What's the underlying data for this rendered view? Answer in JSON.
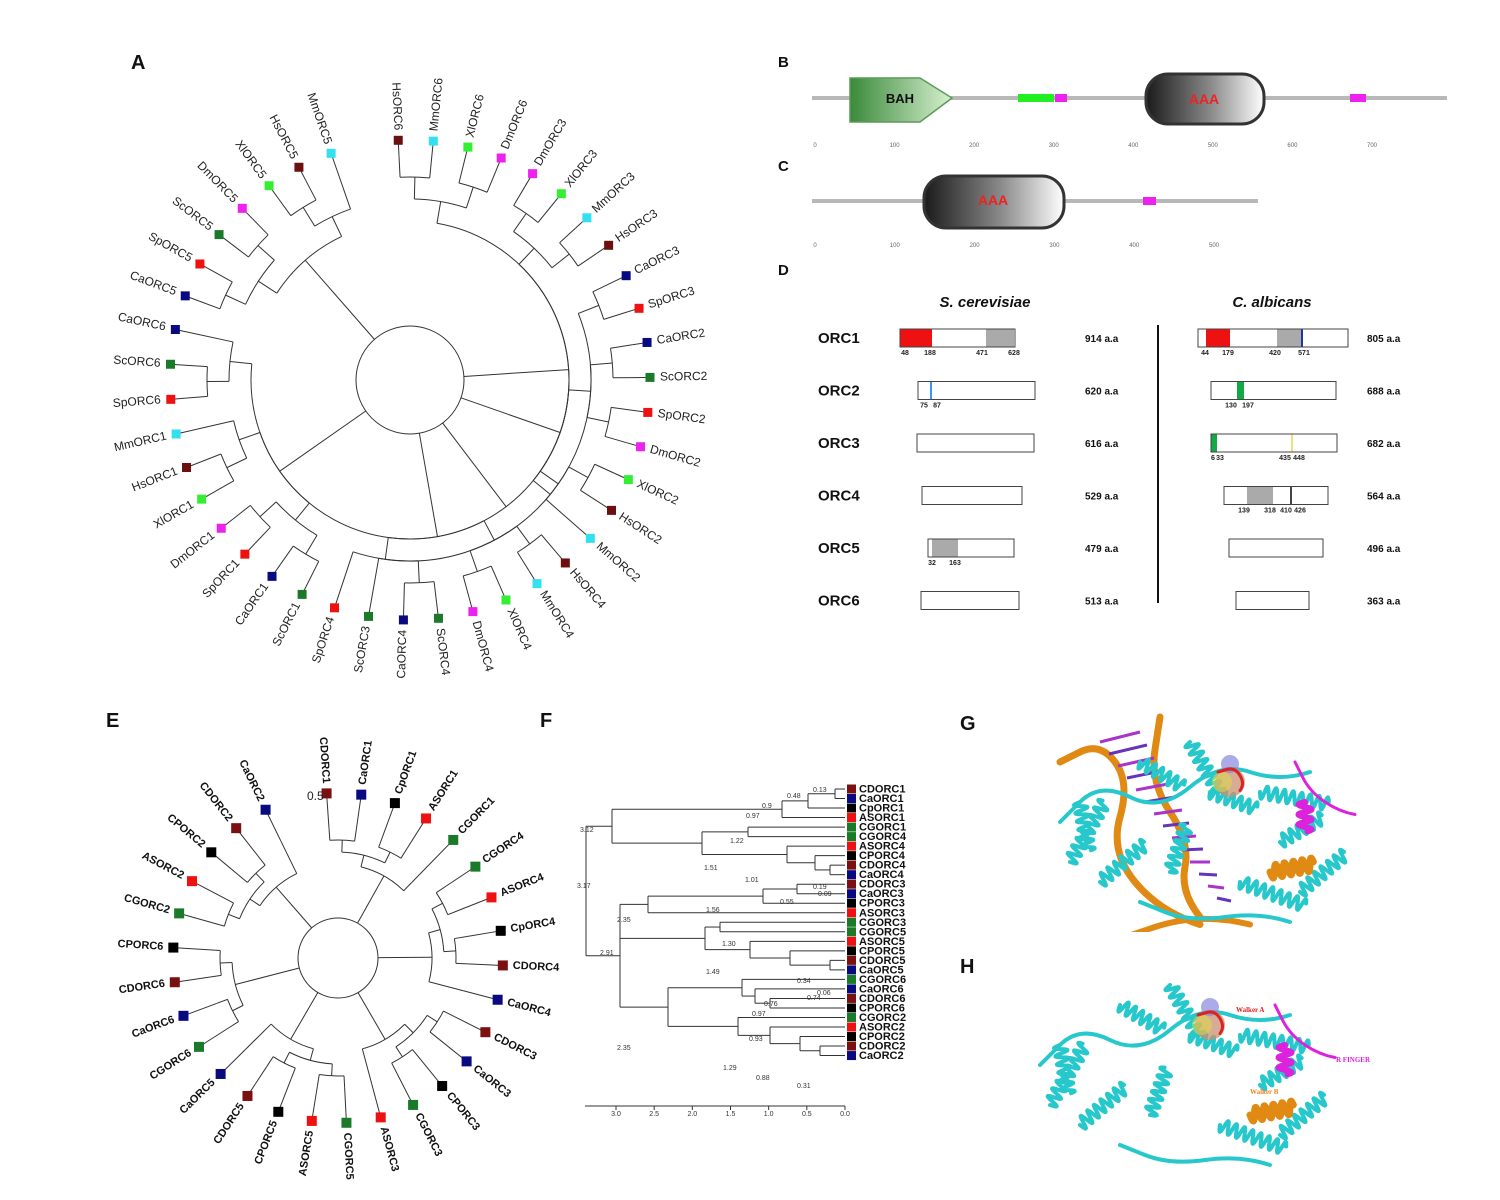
{
  "panel_labels": {
    "a": "A",
    "b": "B",
    "c": "C",
    "d": "D",
    "e": "E",
    "f": "F",
    "g": "G",
    "h": "H"
  },
  "colors": {
    "Hs": "#6b0f0f",
    "Mm": "#33e0f0",
    "Xl": "#33ee33",
    "Dm": "#ee22ee",
    "Sc": "#1a7a2a",
    "Sp": "#ee1111",
    "Ca": "#0a0a80",
    "Cp": "#000000",
    "Cd": "#7a1010",
    "As": "#ee1111",
    "Cg": "#1a7a2a"
  },
  "tree_a_leaves": [
    "HsORC6",
    "MmORC6",
    "XlORC6",
    "DmORC6",
    "DmORC3",
    "XlORC3",
    "MmORC3",
    "HsORC3",
    "CaORC3",
    "SpORC3",
    "CaORC2",
    "ScORC2",
    "SpORC2",
    "DmORC2",
    "XlORC2",
    "HsORC2",
    "MmORC2",
    "HsORC4",
    "MmORC4",
    "XlORC4",
    "DmORC4",
    "ScORC4",
    "CaORC4",
    "ScORC3",
    "SpORC4",
    "ScORC1",
    "CaORC1",
    "SpORC1",
    "DmORC1",
    "XlORC1",
    "HsORC1",
    "MmORC1",
    "SpORC6",
    "ScORC6",
    "CaORC6",
    "CaORC5",
    "SpORC5",
    "ScORC5",
    "DmORC5",
    "XlORC5",
    "HsORC5",
    "MmORC5"
  ],
  "domain_b": {
    "domains": [
      "BAH",
      "AAA"
    ],
    "ticks": [
      "0",
      "100",
      "200",
      "300",
      "400",
      "500",
      "600",
      "700"
    ]
  },
  "domain_c": {
    "domains": [
      "AAA"
    ],
    "ticks": [
      "0",
      "100",
      "200",
      "300",
      "400",
      "500"
    ]
  },
  "panel_d": {
    "species": [
      "S. cerevisiae",
      "C. albicans"
    ],
    "rows": [
      {
        "name": "ORC1",
        "sc_len": "914 a.a",
        "ca_len": "805 a.a",
        "sc_pos": [
          "48",
          "188",
          "471",
          "628"
        ],
        "ca_pos": [
          "44",
          "179",
          "420",
          "571"
        ]
      },
      {
        "name": "ORC2",
        "sc_len": "620 a.a",
        "ca_len": "688 a.a",
        "sc_pos": [
          "75",
          "87"
        ],
        "ca_pos": [
          "130",
          "197"
        ]
      },
      {
        "name": "ORC3",
        "sc_len": "616 a.a",
        "ca_len": "682 a.a",
        "sc_pos": [],
        "ca_pos": [
          "6",
          "33",
          "435",
          "448"
        ]
      },
      {
        "name": "ORC4",
        "sc_len": "529 a.a",
        "ca_len": "564 a.a",
        "sc_pos": [],
        "ca_pos": [
          "139",
          "318",
          "410",
          "426"
        ]
      },
      {
        "name": "ORC5",
        "sc_len": "479 a.a",
        "ca_len": "496 a.a",
        "sc_pos": [
          "32",
          "163"
        ],
        "ca_pos": []
      },
      {
        "name": "ORC6",
        "sc_len": "513 a.a",
        "ca_len": "363 a.a",
        "sc_pos": [],
        "ca_pos": []
      }
    ]
  },
  "tree_e_leaves": [
    "CDORC1",
    "CaORC1",
    "CpORC1",
    "ASORC1",
    "CGORC1",
    "CGORC4",
    "ASORC4",
    "CpORC4",
    "CDORC4",
    "CaORC4",
    "CDORC3",
    "CaORC3",
    "CPORC3",
    "CGORC3",
    "ASORC3",
    "CGORC5",
    "ASORC5",
    "CPORC5",
    "CDORC5",
    "CaORC5",
    "CGORC6",
    "CaORC6",
    "CDORC6",
    "CPORC6",
    "CGORC2",
    "ASORC2",
    "CPORC2",
    "CDORC2",
    "CaORC2"
  ],
  "tree_e_scale": "0.5",
  "tree_f_leaves": [
    "CDORC1",
    "CaORC1",
    "CpORC1",
    "ASORC1",
    "CGORC1",
    "CGORC4",
    "ASORC4",
    "CPORC4",
    "CDORC4",
    "CaORC4",
    "CDORC3",
    "CaORC3",
    "CPORC3",
    "ASORC3",
    "CGORC3",
    "CGORC5",
    "ASORC5",
    "CPORC5",
    "CDORC5",
    "CaORC5",
    "CGORC6",
    "CaORC6",
    "CDORC6",
    "CPORC6",
    "CGORC2",
    "ASORC2",
    "CPORC2",
    "CDORC2",
    "CaORC2"
  ],
  "tree_f_branch_labels": [
    "0.13",
    "0.48",
    "0.9",
    "0.97",
    "3.12",
    "1.22",
    "1.51",
    "1.01",
    "0.19",
    "0.09",
    "3.17",
    "0.55",
    "1.56",
    "2.35",
    "2.91",
    "1.30",
    "1.49",
    "0.34",
    "0.06",
    "0.74",
    "0.76",
    "0.97",
    "0.93",
    "1.29",
    "0.88",
    "0.31",
    "2.35"
  ],
  "tree_f_axis": [
    "3.0",
    "2.5",
    "2.0",
    "1.5",
    "1.0",
    "0.5",
    "0.0"
  ],
  "structure_h_labels": {
    "walker_a": "Walker A",
    "r_finger": "R FINGER",
    "walker_b": "Walker B"
  }
}
